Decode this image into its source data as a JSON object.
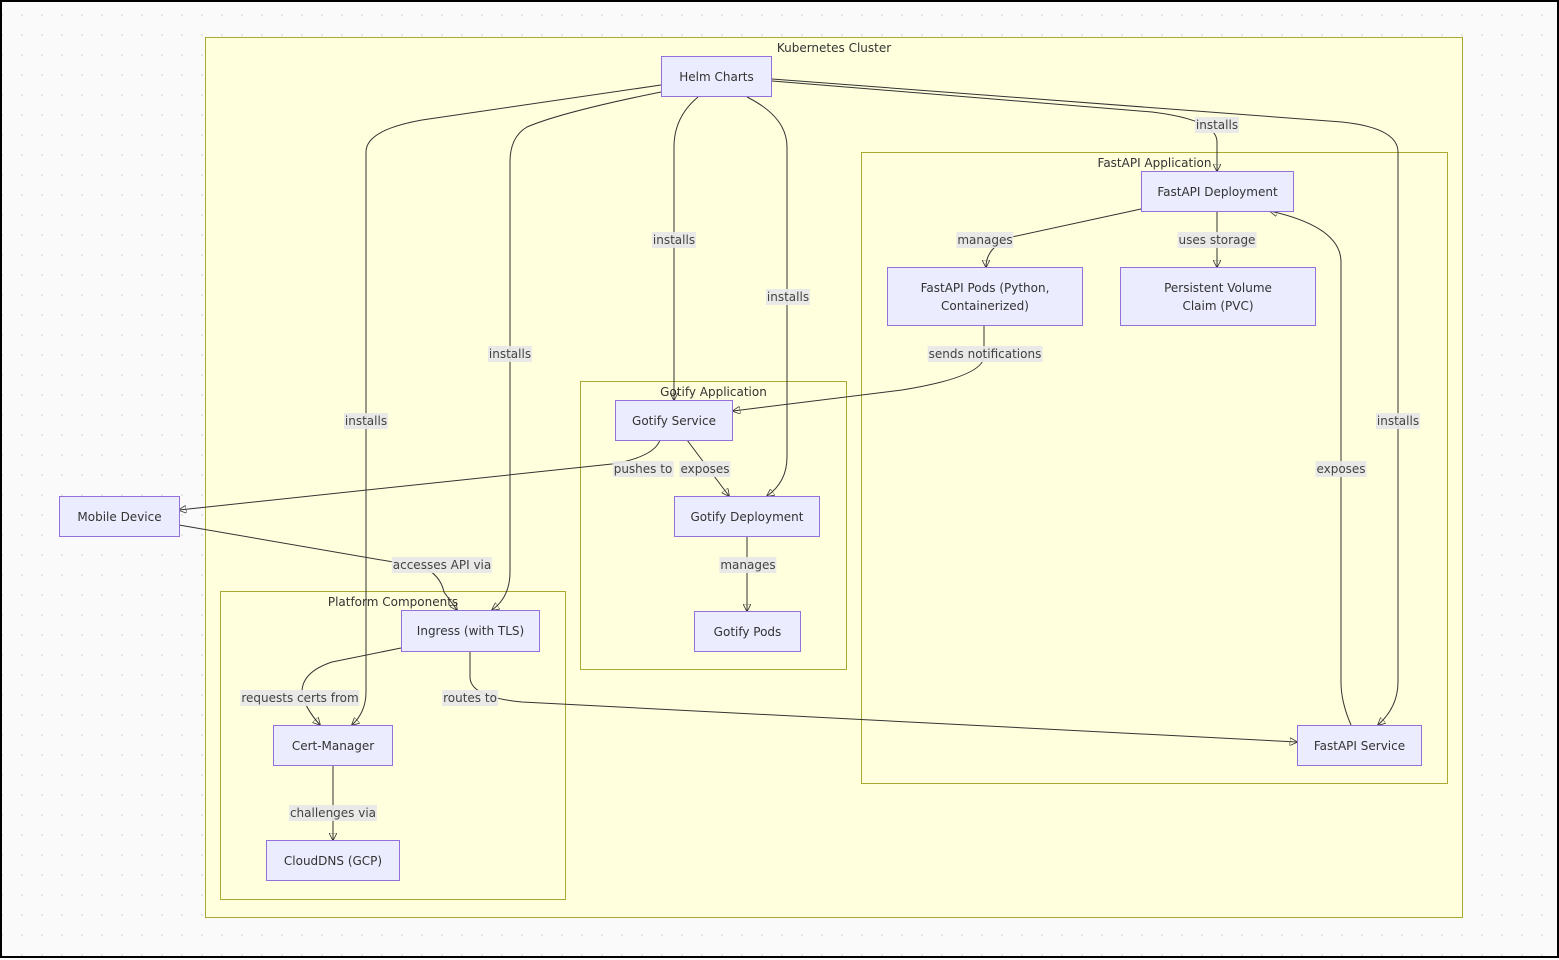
{
  "clusters": {
    "kubernetes": {
      "label": "Kubernetes Cluster"
    },
    "fastapi": {
      "label": "FastAPI Application"
    },
    "gotify": {
      "label": "Gotify Application"
    },
    "platform": {
      "label": "Platform Components"
    }
  },
  "nodes": {
    "helm": {
      "label": "Helm Charts"
    },
    "fastapi_deployment": {
      "label": "FastAPI Deployment"
    },
    "fastapi_pods": {
      "label": "FastAPI Pods (Python, Containerized)"
    },
    "pvc": {
      "label": "Persistent Volume Claim (PVC)"
    },
    "fastapi_service": {
      "label": "FastAPI Service"
    },
    "gotify_service": {
      "label": "Gotify Service"
    },
    "gotify_deployment": {
      "label": "Gotify Deployment"
    },
    "gotify_pods": {
      "label": "Gotify Pods"
    },
    "mobile": {
      "label": "Mobile Device"
    },
    "ingress": {
      "label": "Ingress (with TLS)"
    },
    "cert_manager": {
      "label": "Cert-Manager"
    },
    "clouddns": {
      "label": "CloudDNS (GCP)"
    }
  },
  "edges": [
    {
      "from": "helm",
      "to": "cert_manager",
      "label": "installs"
    },
    {
      "from": "helm",
      "to": "ingress",
      "label": "installs"
    },
    {
      "from": "helm",
      "to": "gotify_service",
      "label": "installs"
    },
    {
      "from": "helm",
      "to": "gotify_deployment",
      "label": "installs"
    },
    {
      "from": "helm",
      "to": "fastapi_deployment",
      "label": "installs"
    },
    {
      "from": "helm",
      "to": "fastapi_service",
      "label": "installs"
    },
    {
      "from": "fastapi_deployment",
      "to": "fastapi_pods",
      "label": "manages"
    },
    {
      "from": "fastapi_deployment",
      "to": "pvc",
      "label": "uses storage"
    },
    {
      "from": "fastapi_pods",
      "to": "gotify_service",
      "label": "sends notifications"
    },
    {
      "from": "gotify_service",
      "to": "mobile",
      "label": "pushes to"
    },
    {
      "from": "gotify_service",
      "to": "gotify_deployment",
      "label": "exposes"
    },
    {
      "from": "gotify_deployment",
      "to": "gotify_pods",
      "label": "manages"
    },
    {
      "from": "fastapi_service",
      "to": "fastapi_deployment",
      "label": "exposes"
    },
    {
      "from": "mobile",
      "to": "ingress",
      "label": "accesses API via"
    },
    {
      "from": "ingress",
      "to": "cert_manager",
      "label": "requests certs from"
    },
    {
      "from": "ingress",
      "to": "fastapi_service",
      "label": "routes to"
    },
    {
      "from": "cert_manager",
      "to": "clouddns",
      "label": "challenges via"
    }
  ]
}
